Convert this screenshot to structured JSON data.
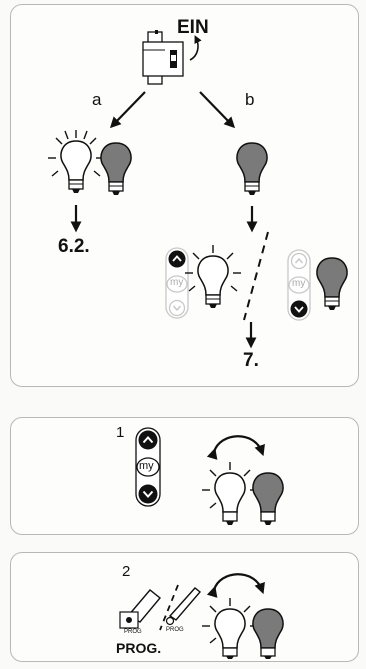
{
  "labels": {
    "ein": "EIN",
    "branch_a": "a",
    "branch_b": "b",
    "goto_a": "6.2.",
    "goto_b": "7.",
    "step_1": "1",
    "step_2": "2",
    "prog": "PROG.",
    "my": "my",
    "prog_small": "PROG"
  },
  "colors": {
    "border": "#b8b8b8",
    "ink": "#111111",
    "lamp_off": "#7a7a7a",
    "faded": "#c8c8c8"
  }
}
